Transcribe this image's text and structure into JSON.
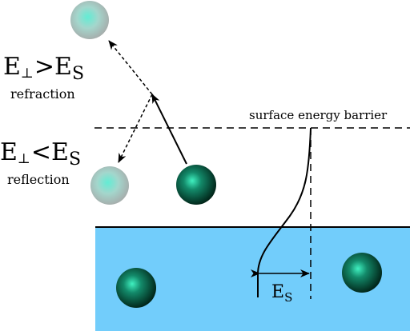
{
  "colors": {
    "substrate": "#72cdfb",
    "outline": "#000000",
    "dark_atom_center": "#40f0c0",
    "dark_atom_edge": "#001f14",
    "light_atom_center": "#62ecd4",
    "light_atom_edge": "#a6a6a6"
  },
  "labels": {
    "refraction_condition_E": "E",
    "refraction_condition_perp": "⊥",
    "refraction_condition_op": ">",
    "refraction_condition_Es_main": "E",
    "refraction_condition_Es_sub": "S",
    "refraction_text": "refraction",
    "reflection_condition_E": "E",
    "reflection_condition_perp": "⊥",
    "reflection_condition_op": "<",
    "reflection_condition_Es_main": "E",
    "reflection_condition_Es_sub": "S",
    "reflection_text": "reflection",
    "barrier_text": "surface energy barrier",
    "es_main": "E",
    "es_sub": "S"
  },
  "atoms": [
    {
      "role": "incoming",
      "style": "dark"
    },
    {
      "role": "refracted",
      "style": "light"
    },
    {
      "role": "reflected",
      "style": "light"
    },
    {
      "role": "substrate-left",
      "style": "dark"
    },
    {
      "role": "substrate-right",
      "style": "dark"
    }
  ],
  "arrows": [
    {
      "role": "incident-path",
      "line": "solid"
    },
    {
      "role": "refracted-path",
      "line": "dashed"
    },
    {
      "role": "reflected-path",
      "line": "dashed"
    }
  ]
}
